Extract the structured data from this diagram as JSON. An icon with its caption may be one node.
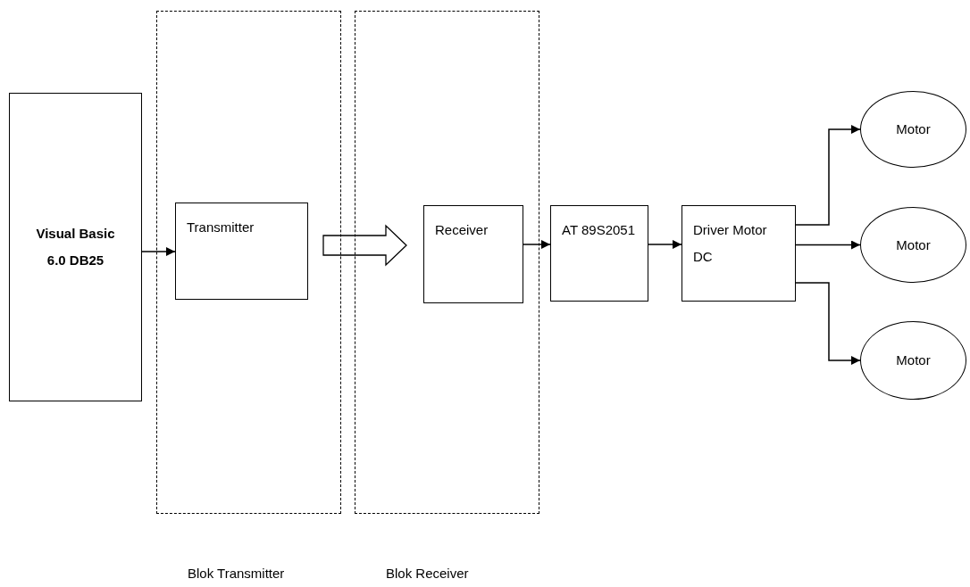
{
  "diagram": {
    "nodes": [
      {
        "text": [
          "Visual Basic 6.0 DB25"
        ]
      },
      {
        "text": [
          "Blok Transmitter"
        ]
      },
      {
        "text": [
          "Transmitter"
        ],
        "in": 1
      },
      {
        "text": [
          "Blok Receiver"
        ]
      },
      {
        "text": [
          "Receiver"
        ],
        "in": 3
      },
      {
        "text": [
          "AT 89S2051"
        ]
      },
      {
        "text": [
          "Driver Motor DC"
        ]
      },
      {
        "text": [
          "Motor"
        ]
      },
      {
        "text": [
          "Motor"
        ]
      },
      {
        "text": [
          "Motor"
        ]
      }
    ],
    "edges": [
      {
        "from": 0,
        "to": 2,
        "arrow": "to"
      },
      {
        "from": 2,
        "to": 4,
        "arrow": "to",
        "style": "thick"
      },
      {
        "from": 4,
        "to": 5,
        "arrow": "to"
      },
      {
        "from": 5,
        "to": 6,
        "arrow": "to"
      },
      {
        "from": 6,
        "to": 7,
        "arrow": "to"
      },
      {
        "from": 6,
        "to": 8,
        "arrow": "to"
      },
      {
        "from": 6,
        "to": 9,
        "arrow": "to"
      }
    ]
  }
}
